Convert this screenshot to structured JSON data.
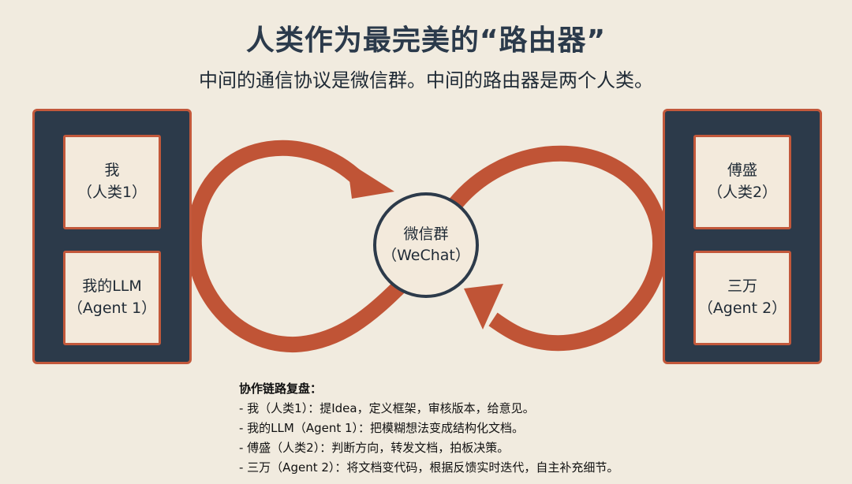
{
  "header": {
    "title": "人类作为最完美的“路由器”",
    "subtitle": "中间的通信协议是微信群。中间的路由器是两个人类。"
  },
  "left_panel": {
    "top_card": {
      "line1": "我",
      "line2": "（人类1）"
    },
    "bottom_card": {
      "line1": "我的LLM",
      "line2": "（Agent 1）"
    }
  },
  "right_panel": {
    "top_card": {
      "line1": "傅盛",
      "line2": "（人类2）"
    },
    "bottom_card": {
      "line1": "三万",
      "line2": "（Agent 2）"
    }
  },
  "hub": {
    "line1": "微信群",
    "line2": "（WeChat）"
  },
  "notes": {
    "heading": "协作链路复盘：",
    "items": [
      "- 我（人类1）：提Idea，定义框架，审核版本，给意见。",
      "-  我的LLM（Agent 1）：把模糊想法变成结构化文档。",
      "- 傅盛（人类2）：判断方向，转发文档，拍板决策。",
      "- 三万（Agent 2）：将文档变代码，根据反馈实时迭代，自主补充细节。"
    ]
  },
  "colors": {
    "background": "#f1ebdf",
    "panel": "#2c3a4a",
    "accent": "#c2583b",
    "card": "#f3eadc"
  }
}
